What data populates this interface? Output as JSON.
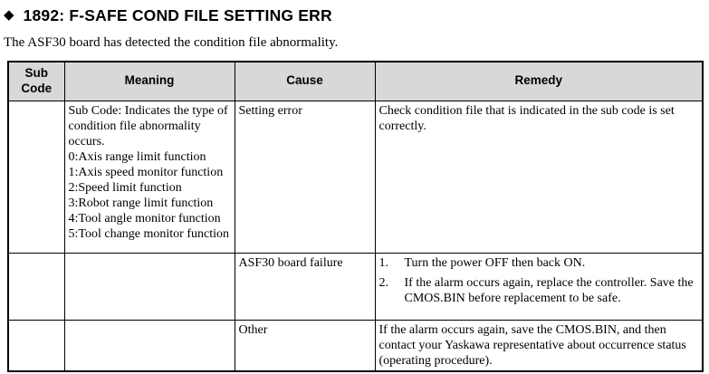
{
  "page": {
    "title_icon": "◆",
    "title": "1892: F-SAFE COND FILE SETTING ERR",
    "description": "The ASF30 board has detected the condition file abnormality."
  },
  "colors": {
    "header_background": "#d8d8d8",
    "border": "#000000",
    "text": "#000000"
  },
  "table": {
    "headers": [
      "Sub Code",
      "Meaning",
      "Cause",
      "Remedy"
    ],
    "rows": [
      {
        "sub_code": "",
        "meaning": "Sub Code: Indicates the type of condition file abnormality occurs.\n0:Axis range limit function\n1:Axis speed monitor function\n2:Speed limit function\n3:Robot range limit function\n4:Tool angle monitor function\n5:Tool change monitor function",
        "cause": "Setting error",
        "remedy": "Check condition file that is indicated in the sub code is set correctly."
      },
      {
        "sub_code": "",
        "meaning": "",
        "cause": "ASF30 board failure",
        "remedy_list": [
          {
            "num": "1.",
            "text": "Turn the power OFF then back ON."
          },
          {
            "num": "2.",
            "text": "If the alarm occurs again, replace the controller. Save the CMOS.BIN before replacement to be safe."
          }
        ]
      },
      {
        "sub_code": "",
        "meaning": "",
        "cause": "Other",
        "remedy": "If the alarm occurs again, save the CMOS.BIN, and then contact your Yaskawa representative about occurrence status (operating procedure)."
      }
    ]
  }
}
